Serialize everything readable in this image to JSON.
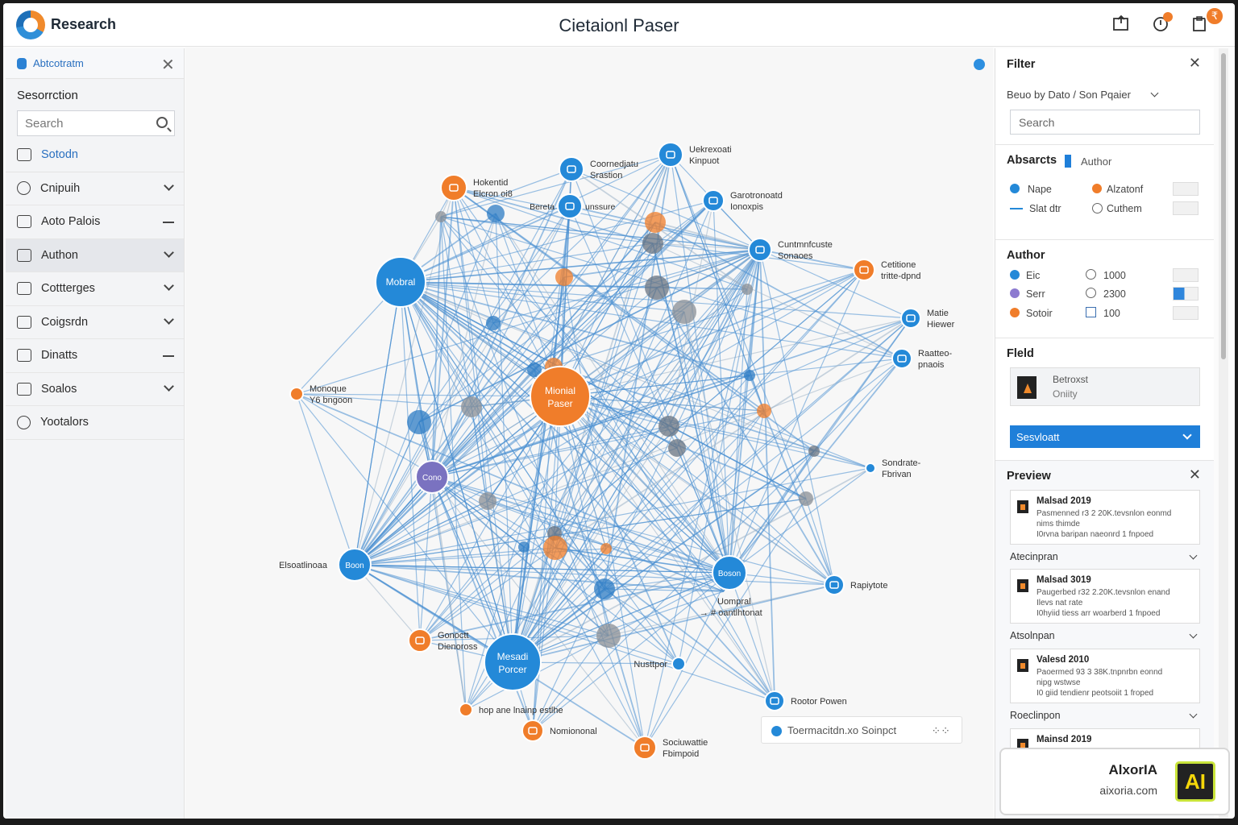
{
  "header": {
    "brand": "Research",
    "title": "Cietaionl Paser",
    "badge_count": "₹"
  },
  "sidebar": {
    "top_label": "Abtcotratm",
    "section_label": "Sesorrction",
    "search_placeholder": "Search",
    "items": [
      {
        "label": "Sotodn",
        "control": "none",
        "icon": "folder-icon"
      },
      {
        "label": "Cnipuih",
        "control": "chevron",
        "icon": "help-circle-icon"
      },
      {
        "label": "Aoto Palois",
        "control": "dash",
        "icon": "bag-icon"
      },
      {
        "label": "Authon",
        "control": "chevron",
        "icon": "edit-icon"
      },
      {
        "label": "Cottterges",
        "control": "chevron",
        "icon": "checkbox-icon"
      },
      {
        "label": "Coigsrdn",
        "control": "chevron",
        "icon": "list-icon"
      },
      {
        "label": "Dinatts",
        "control": "dash",
        "icon": "edit-square-icon"
      },
      {
        "label": "Soalos",
        "control": "chevron",
        "icon": "shapes-icon"
      },
      {
        "label": "Yootalors",
        "control": "none",
        "icon": "target-icon"
      }
    ]
  },
  "graph": {
    "nodes": [
      {
        "id": "n1",
        "label": "Mobral",
        "label2": "",
        "color": "#2489d8",
        "labelpos": "in"
      },
      {
        "id": "n2",
        "label": "Mionial",
        "label2": "Paser",
        "color": "#f07d2a",
        "labelpos": "in"
      },
      {
        "id": "n3",
        "label": "Mesadi",
        "label2": "Porcer",
        "color": "#2489d8",
        "labelpos": "in"
      },
      {
        "id": "n4",
        "label": "Cono",
        "label2": "",
        "color": "#7a72c0",
        "labelpos": "in"
      },
      {
        "id": "n5",
        "label": "Boon",
        "label2": "",
        "color": "#2489d8",
        "labelpos": "in"
      },
      {
        "id": "n6",
        "label": "Boson",
        "label2": "",
        "color": "#2489d8",
        "labelpos": "in"
      },
      {
        "id": "n7",
        "label": "Hokentid",
        "label2": "Elcron oi8",
        "color": "#f07d2a",
        "labelpos": "right"
      },
      {
        "id": "n8",
        "label": "Coornedjatu",
        "label2": "Srastion",
        "color": "#2489d8",
        "labelpos": "right"
      },
      {
        "id": "n9",
        "label": "Uekrexoati",
        "label2": "Kinpuot",
        "color": "#2489d8",
        "labelpos": "right"
      },
      {
        "id": "n10",
        "label": "Bereta",
        "label2": "unssure",
        "color": "#2489d8",
        "labelpos": "both"
      },
      {
        "id": "n11",
        "label": "Garotronoatd",
        "label2": "Ionoxpis",
        "color": "#2489d8",
        "labelpos": "right"
      },
      {
        "id": "n12",
        "label": "Cuntmnfcuste",
        "label2": "Sonaoes",
        "color": "#2489d8",
        "labelpos": "right"
      },
      {
        "id": "n13",
        "label": "Cetitione",
        "label2": "tritte-dpnd",
        "color": "#f07d2a",
        "labelpos": "right"
      },
      {
        "id": "n14",
        "label": "Matie",
        "label2": "Hiewer",
        "color": "#2489d8",
        "labelpos": "right"
      },
      {
        "id": "n15",
        "label": "Raatteo-",
        "label2": "pnaois",
        "color": "#2489d8",
        "labelpos": "right"
      },
      {
        "id": "n16",
        "label": "Monoque",
        "label2": "Y6 bngoon",
        "color": "#f07d2a",
        "labelpos": "right"
      },
      {
        "id": "n17",
        "label": "Sondrate-",
        "label2": "Fbrivan",
        "color": "#2489d8",
        "labelpos": "right"
      },
      {
        "id": "n18",
        "label": "Elsoatlinoaa",
        "label2": "",
        "color": "#2489d8",
        "labelpos": "left"
      },
      {
        "id": "n19",
        "label": "Rapiytote",
        "label2": "",
        "color": "#2489d8",
        "labelpos": "right"
      },
      {
        "id": "n20",
        "label": "Uompral",
        "label2": "→ # oantlhtonat",
        "color": "#2489d8",
        "labelpos": "below"
      },
      {
        "id": "n21",
        "label": "Gonoctt",
        "label2": "Dienoross",
        "color": "#f07d2a",
        "labelpos": "right"
      },
      {
        "id": "n22",
        "label": "Nusttpor",
        "label2": "",
        "color": "#2489d8",
        "labelpos": "left"
      },
      {
        "id": "n23",
        "label": "Rootor Powen",
        "label2": "",
        "color": "#2489d8",
        "labelpos": "right"
      },
      {
        "id": "n24",
        "label": "hop ane lnainp estlhe",
        "label2": "",
        "color": "#f07d2a",
        "labelpos": "right"
      },
      {
        "id": "n25",
        "label": "Nomiononal",
        "label2": "",
        "color": "#f07d2a",
        "labelpos": "right"
      },
      {
        "id": "n26",
        "label": "Sociuwattie",
        "label2": "Fbimpoid",
        "color": "#f07d2a",
        "labelpos": "right"
      }
    ],
    "legend_text": "Toermacitdn.xo Soinpct"
  },
  "filter": {
    "title": "Filter",
    "sort_label": "Beuo by Dato / Son Pqaier",
    "search_placeholder": "Search",
    "abstracts_title": "Absarcts",
    "abstracts_author": "Author",
    "abstracts_rows": [
      {
        "left": "Nape",
        "right": "Alzatonf"
      },
      {
        "left": "Slat dtr",
        "right": "Cuthem"
      }
    ],
    "author_title": "Author",
    "author_rows": [
      {
        "left": "Eic",
        "right": "1000"
      },
      {
        "left": "Serr",
        "right": "2300"
      },
      {
        "left": "Sotoir",
        "right": "100"
      }
    ],
    "field_title": "Fleld",
    "field_line1": "Betroxst",
    "field_line2": "Oniity",
    "select_label": "Sesvloatt"
  },
  "preview": {
    "title": "Preview",
    "cards": [
      {
        "title": "Malsad 2019",
        "l1": "Pasmenned r3 2 20K.tevsnlon eonmd",
        "l2": "nims thimde",
        "l3": "I0rvna baripan naeonrd 1 fnpoed",
        "section": "Atecinpran"
      },
      {
        "title": "Malsad 3019",
        "l1": "Paugerbed r32 2.20K.tevsnlon enand",
        "l2": "Ilevs nat rate",
        "l3": "I0hyiid tiess arr woarberd 1 fnpoed",
        "section": "Atsolnpan"
      },
      {
        "title": "Valesd 2010",
        "l1": "Paoermed 93 3 38K.tnpnrbn eonnd",
        "l2": "nipg wstwse",
        "l3": "I0 giid tendienr peotsoiit 1 froped",
        "section": "Roeclinpon"
      },
      {
        "title": "Mainsd 2019",
        "l1": "",
        "l2": "",
        "l3": "",
        "section": ""
      }
    ]
  },
  "watermark": {
    "name": "AlxorIA",
    "url": "aixoria.com",
    "badge": "AI"
  }
}
